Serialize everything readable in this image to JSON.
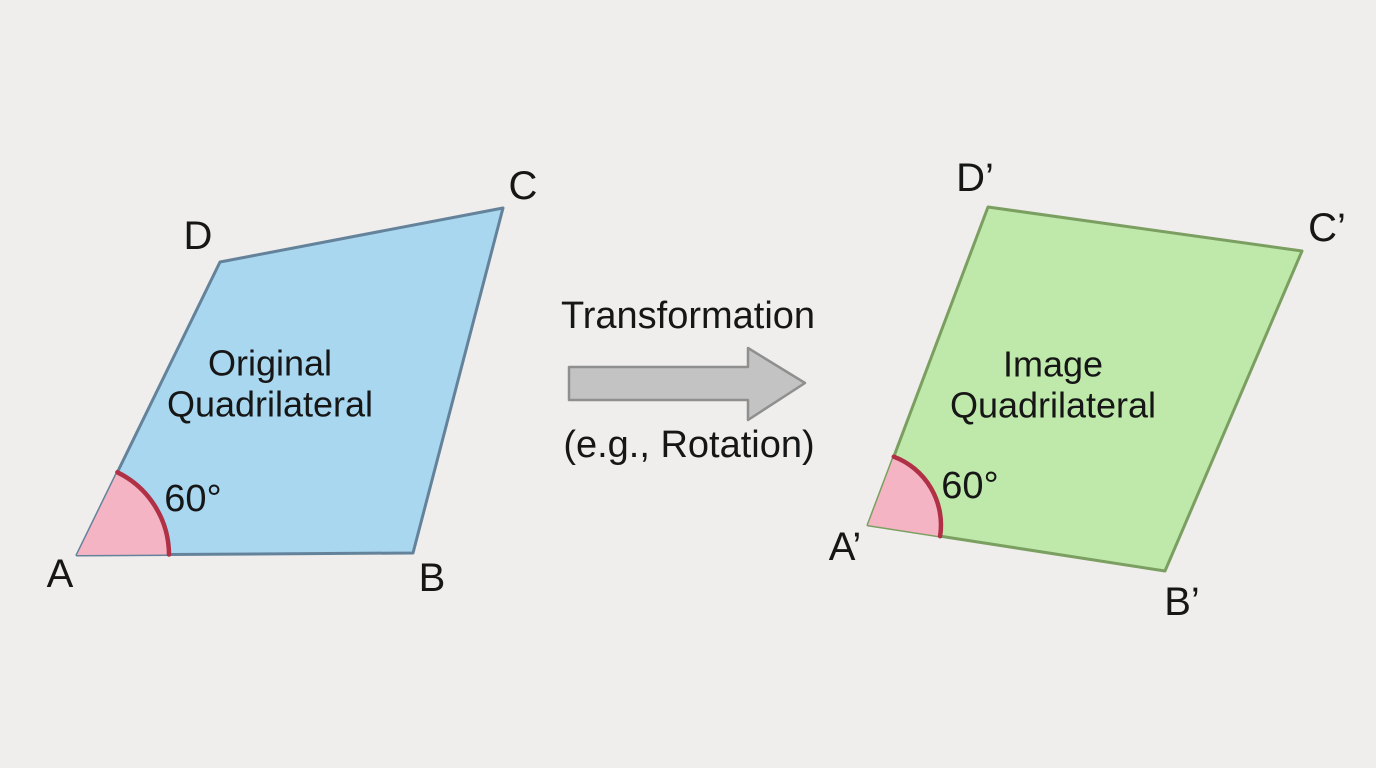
{
  "background_color": "#efeeec",
  "text_color": "#161616",
  "original": {
    "label_line1": "Original",
    "label_line2": "Quadrilateral",
    "vertices": {
      "a": "A",
      "b": "B",
      "c": "C",
      "d": "D"
    },
    "angle": "60°",
    "fill": "#a8d7ef",
    "stroke": "#64839b"
  },
  "image": {
    "label_line1": "Image",
    "label_line2": "Quadrilateral",
    "vertices": {
      "a": "A’",
      "b": "B’",
      "c": "C’",
      "d": "D’"
    },
    "angle": "60°",
    "fill": "#bfe8ab",
    "stroke": "#7b9f60"
  },
  "transformation": {
    "line1": "Transformation",
    "line2": "(e.g., Rotation)"
  },
  "angle_marker": {
    "fill": "#f4b4c4",
    "stroke": "#b03046"
  },
  "arrow": {
    "fill": "#c3c3c3",
    "stroke": "#8f8f8f"
  }
}
